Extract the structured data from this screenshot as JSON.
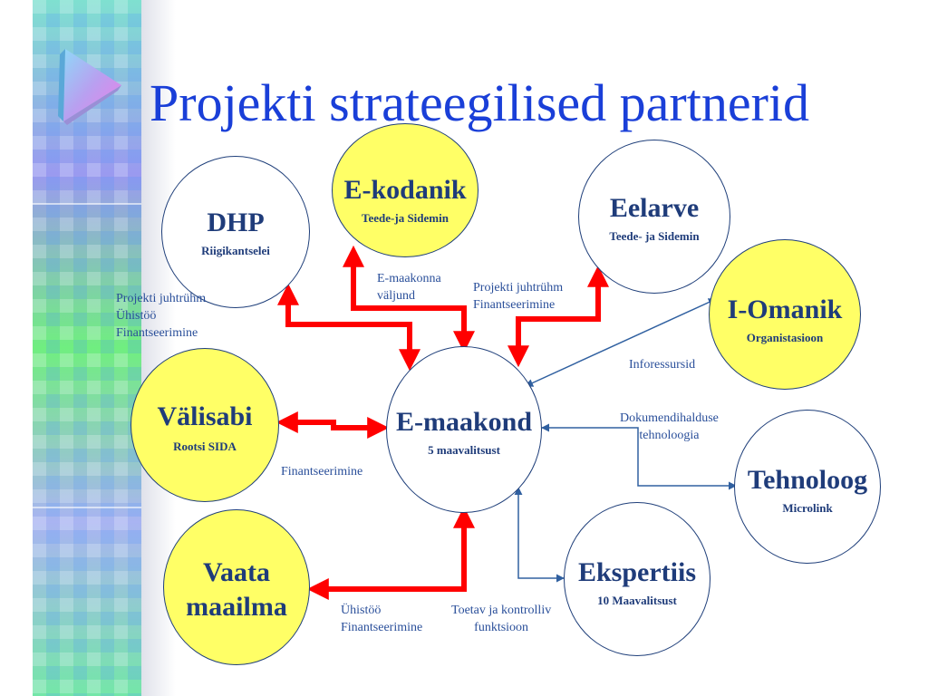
{
  "title": "Projekti strateegilised partnerid",
  "colors": {
    "title": "#1a3fd8",
    "node_text": "#1f3c7a",
    "yellow_node": "#ffff66",
    "red_arrow": "#ff0000",
    "blue_arrow": "#3060a0"
  },
  "nodes": {
    "dhp": {
      "name": "DHP",
      "sub": "Riigikantselei"
    },
    "ekodanik": {
      "name": "E-kodanik",
      "sub": "Teede-ja Sidemin"
    },
    "eelarve": {
      "name": "Eelarve",
      "sub": "Teede- ja Sidemin"
    },
    "iomanik": {
      "name": "I-Omanik",
      "sub": "Organistasioon"
    },
    "valisabi": {
      "name": "Välisabi",
      "sub": "Rootsi SIDA"
    },
    "emaakond": {
      "name": "E-maakond",
      "sub": "5 maavalitsust"
    },
    "tehnoloog": {
      "name": "Tehnoloog",
      "sub": "Microlink"
    },
    "vaata": {
      "name_line1": "Vaata",
      "name_line2": "maailma"
    },
    "ekspertiis": {
      "name": "Ekspertiis",
      "sub": "10 Maavalitsust"
    }
  },
  "labels": {
    "dhp_link": [
      "Projekti juhtrühm",
      "Ühistöö",
      "Finantseerimine"
    ],
    "ekodanik_link": [
      "E-maakonna",
      "väljund"
    ],
    "eelarve_link": [
      "Projekti juhtrühm",
      "Finantseerimine"
    ],
    "iomanik_link": [
      "Inforessursid"
    ],
    "tehnoloog_link": [
      "Dokumendihalduse",
      "tehnoloogia"
    ],
    "valisabi_link": [
      "Finantseerimine"
    ],
    "vaata_link": [
      "Ühistöö",
      "Finantseerimine"
    ],
    "ekspertiis_link": [
      "Toetav ja kontrolliv",
      "funktsioon"
    ]
  }
}
